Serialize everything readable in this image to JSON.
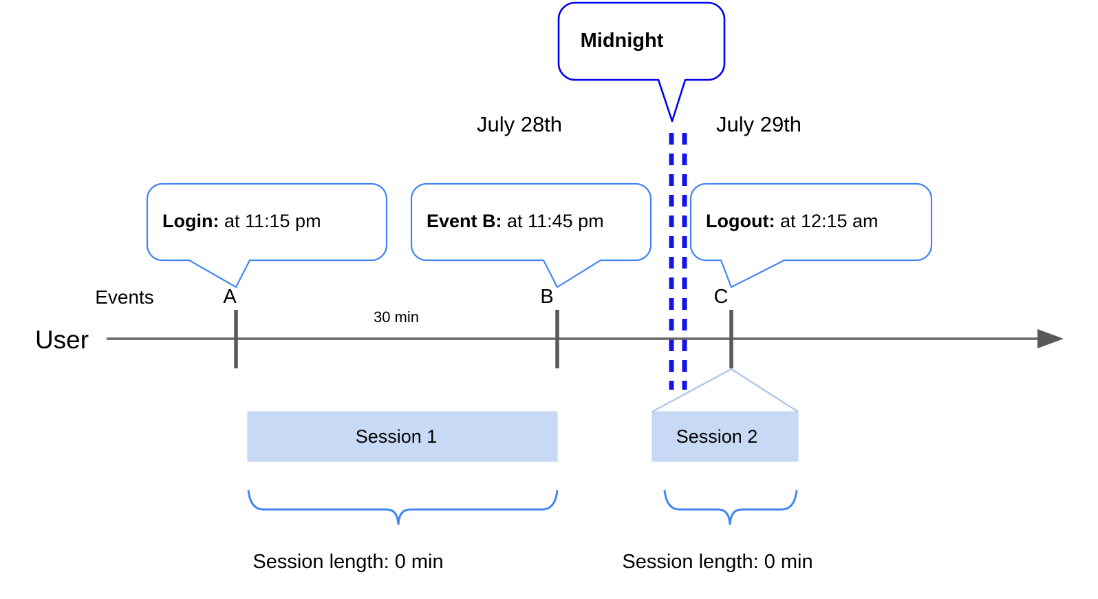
{
  "diagram": {
    "title_callout": {
      "label": "Midnight",
      "border_color": "#0000EE"
    },
    "dates": [
      {
        "label": "July 28th"
      },
      {
        "label": "July 29th"
      }
    ],
    "event_callouts": [
      {
        "name": "login",
        "bold": "Login:",
        "rest": " at 11:15 pm"
      },
      {
        "name": "event-b",
        "bold": "Event B:",
        "rest": " at 11:45 pm"
      },
      {
        "name": "logout",
        "bold": "Logout:",
        "rest": " at 12:15 am"
      }
    ],
    "axis": {
      "row_label": "User",
      "events_label": "Events",
      "markers": [
        {
          "label": "A"
        },
        {
          "label": "B"
        },
        {
          "label": "C"
        }
      ],
      "interval_label": "30 min",
      "line_color": "#666666",
      "tick_color": "#595959"
    },
    "sessions": [
      {
        "label": "Session 1",
        "length_label": "Session length: 0 min"
      },
      {
        "label": "Session 2",
        "length_label": "Session length: 0 min"
      }
    ],
    "colors": {
      "callout_border": "#4285F4",
      "midnight_border": "#0000EE",
      "midnight_dash": "#1414E6",
      "session_fill": "#C7D9F5",
      "session_edge": "#AFC6EC",
      "brace": "#4285F4"
    }
  }
}
